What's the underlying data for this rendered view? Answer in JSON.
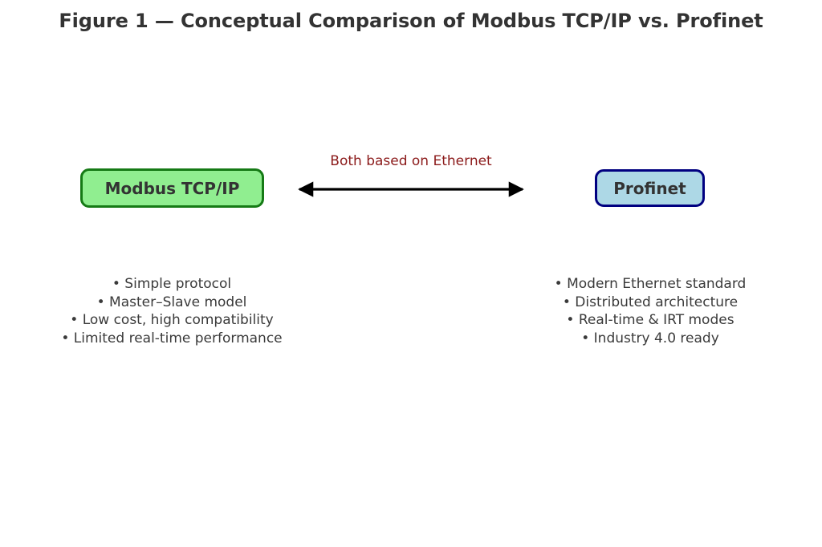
{
  "figure": {
    "title": "Figure 1 — Conceptual Comparison of Modbus TCP/IP vs. Profinet",
    "background_color": "#ffffff",
    "title_color": "#333333"
  },
  "left_node": {
    "label": "Modbus TCP/IP",
    "fill_color": "#90ee90",
    "border_color": "#157a15",
    "text_color": "#333333"
  },
  "right_node": {
    "label": "Profinet",
    "fill_color": "#add8e6",
    "border_color": "#000080",
    "text_color": "#333333"
  },
  "link": {
    "label": "Both based on Ethernet",
    "label_color": "#8b1a1a",
    "arrow_color": "#000000",
    "arrow_style": "double-headed"
  },
  "left_features": {
    "items": [
      "• Simple protocol",
      "• Master–Slave model",
      "• Low cost, high compatibility",
      "• Limited real-time performance"
    ],
    "text_color": "#3a3a3a"
  },
  "right_features": {
    "items": [
      "• Modern Ethernet standard",
      "• Distributed architecture",
      "• Real-time & IRT modes",
      "• Industry 4.0 ready"
    ],
    "text_color": "#3a3a3a"
  }
}
